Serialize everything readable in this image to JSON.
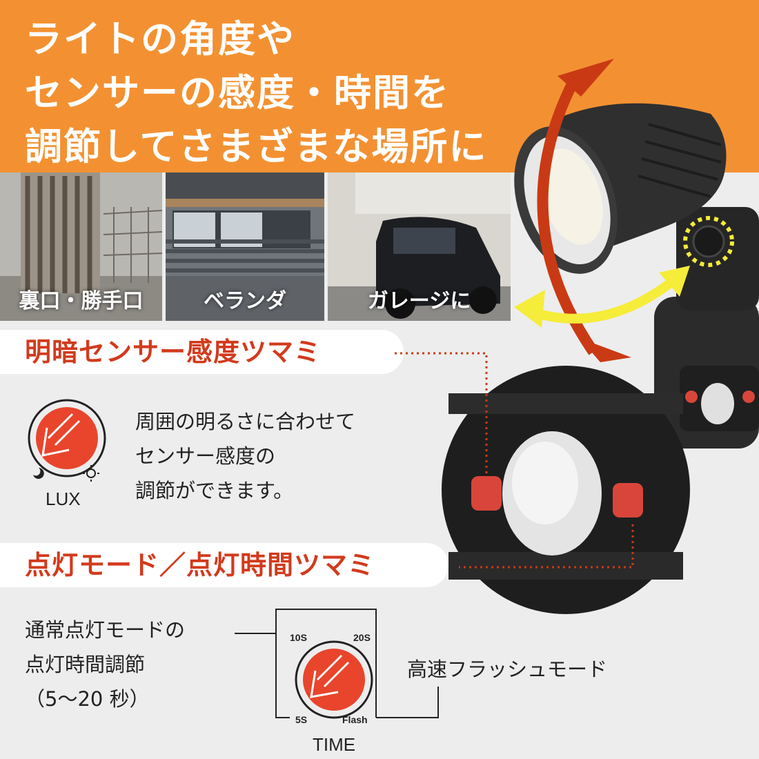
{
  "headline": [
    "ライトの角度や",
    "センサーの感度・時間を",
    "調節してさまざまな場所に"
  ],
  "photos": [
    {
      "caption": "裏口・勝手口"
    },
    {
      "caption": "ベランダ"
    },
    {
      "caption": "ガレージに"
    }
  ],
  "lux_section": {
    "title": "明暗センサー感度ツマミ",
    "description": [
      "周囲の明るさに合わせて",
      "センサー感度の",
      "調節ができます。"
    ],
    "knob_label": "LUX"
  },
  "time_section": {
    "title": "点灯モード／点灯時間ツマミ",
    "normal_mode": [
      "通常点灯モードの",
      "点灯時間調節",
      "（5～20 秒）"
    ],
    "flash_mode": "高速フラッシュモード",
    "ticks": {
      "t10": "10S",
      "t20": "20S",
      "t5": "5S",
      "flash": "Flash"
    },
    "knob_label": "TIME"
  },
  "colors": {
    "header_orange": "#f39132",
    "title_red": "#d23a1c",
    "knob_red": "#e8452c",
    "arrow_red": "#c93a14",
    "arrow_yellow": "#f6ec3a",
    "fixture_dark": "#2b2b2b"
  }
}
